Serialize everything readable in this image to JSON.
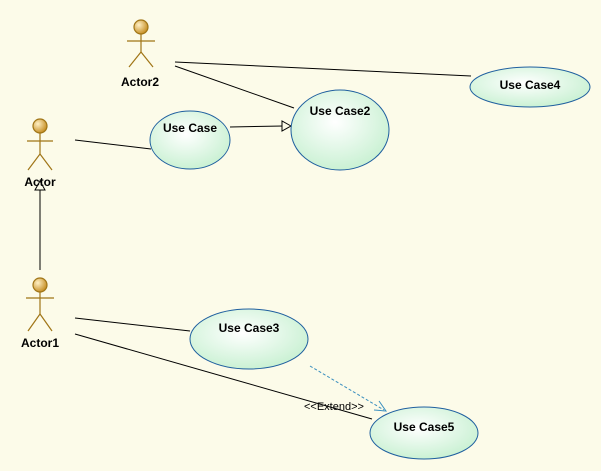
{
  "diagram": {
    "actors": {
      "actor": "Actor",
      "actor1": "Actor1",
      "actor2": "Actor2"
    },
    "use_cases": {
      "uc1": "Use Case",
      "uc2": "Use Case2",
      "uc3": "Use Case3",
      "uc4": "Use Case4",
      "uc5": "Use Case5"
    },
    "stereotypes": {
      "extend": "<<Extend>>"
    },
    "colors": {
      "background": "#fcfbe9",
      "use_case_fill": "#d4f5dc",
      "use_case_stroke": "#1f5f9f",
      "actor_fill": "#e0ad3f",
      "actor_stroke": "#a07516",
      "line": "#000000",
      "extend_line": "#3a8fbf"
    }
  }
}
